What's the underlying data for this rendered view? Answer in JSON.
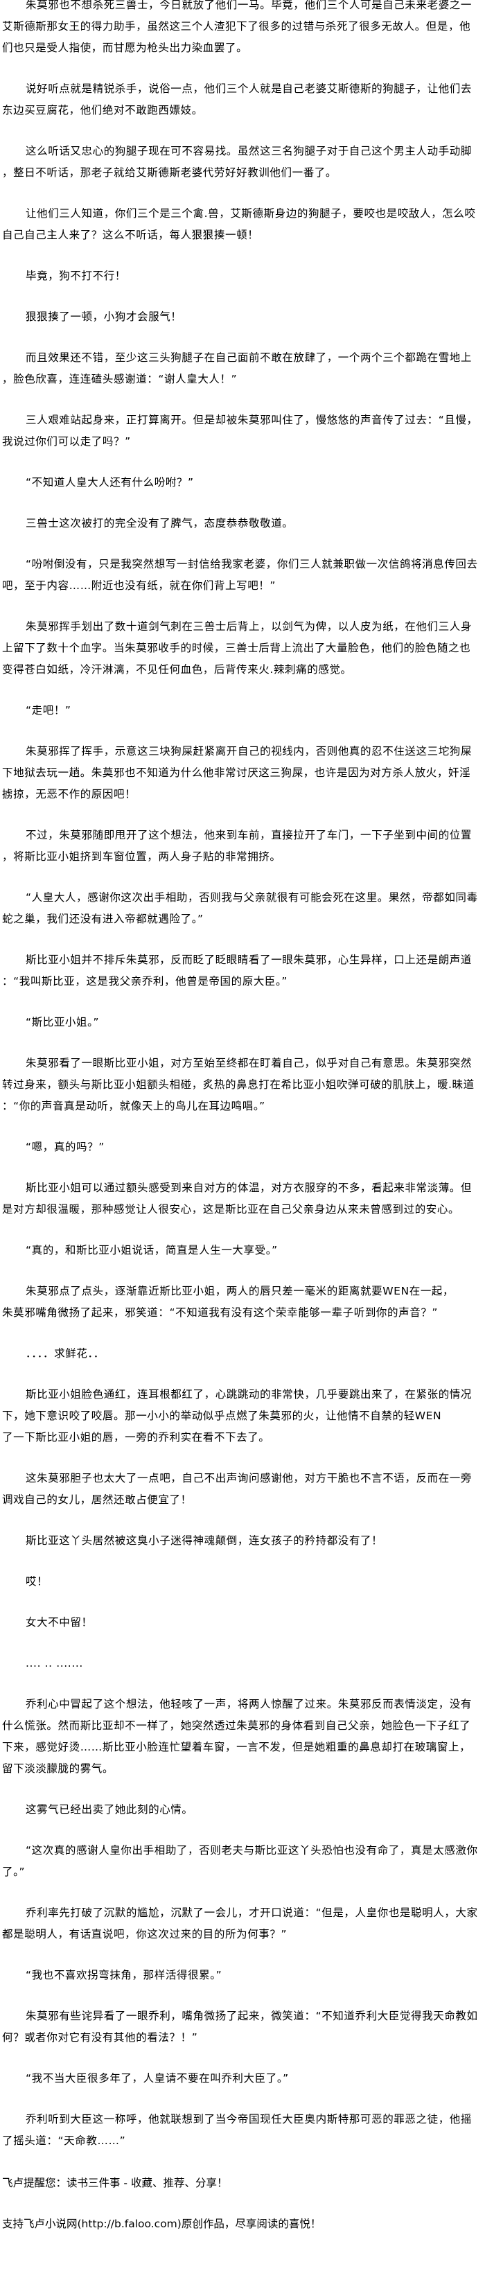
{
  "chapter": {
    "paragraphs": [
      "朱莫邪也不想杀死三兽士，今日就放了他们一马。毕竟，他们三个人可是自己未来老婆之一艾斯德斯那女王的得力助手，虽然这三个人渣犯下了很多的过错与杀死了很多无故人。但是，他们也只是受人指使，而甘愿为枪头出力染血罢了。",
      "说好听点就是精锐杀手，说俗一点，他们三个人就是自己老婆艾斯德斯的狗腿子，让他们去东边买豆腐花，他们绝对不敢跑西嫖妓。",
      "这么听话又忠心的狗腿子现在可不容易找。虽然这三名狗腿子对于自己这个男主人动手动脚，整日不听话，那老子就给艾斯德斯老婆代劳好好教训他们一番了。",
      "让他们三人知道，你们三个是三个禽.兽，艾斯德斯身边的狗腿子，要咬也是咬敌人，怎么咬自己自己主人来了？这么不听话，每人狠狠揍一顿！",
      "毕竟，狗不打不行！",
      "狠狠揍了一顿，小狗才会服气！",
      "而且效果还不错，至少这三头狗腿子在自己面前不敢在放肆了，一个两个三个都跪在雪地上，脸色欣喜，连连磕头感谢道：“谢人皇大人！”",
      "三人艰难站起身来，正打算离开。但是却被朱莫邪叫住了，慢悠悠的声音传了过去：“且慢，我说过你们可以走了吗？”",
      "“不知道人皇大人还有什么吩咐？”",
      "三兽士这次被打的完全没有了脾气，态度恭恭敬敬道。",
      "“吩咐倒没有，只是我突然想写一封信给我家老婆，你们三人就兼职做一次信鸽将消息传回去吧，至于内容……附近也没有纸，就在你们背上写吧！”",
      "朱莫邪挥手划出了数十道剑气刺在三兽士后背上，以剑气为俾，以人皮为纸，在他们三人身上留下了数十个血字。当朱莫邪收手的时候，三兽士后背上流出了大量脸色，他们的脸色随之也变得苍白如纸，冷汗淋漓，不见任何血色，后背传来火.辣刺痛的感觉。",
      "“走吧！”",
      "朱莫邪挥了挥手，示意这三块狗屎赶紧离开自己的视线内，否则他真的忍不住送这三坨狗屎下地狱去玩一趟。朱莫邪也不知道为什么他非常讨厌这三狗屎，也许是因为对方杀人放火，奸淫掳掠，无恶不作的原因吧！",
      "不过，朱莫邪随即甩开了这个想法，他来到车前，直接拉开了车门，一下子坐到中间的位置，将斯比亚小姐挤到车窗位置，两人身子贴的非常拥挤。",
      "“人皇大人，感谢你这次出手相助，否则我与父亲就很有可能会死在这里。果然，帝都如同毒蛇之巢，我们还没有进入帝都就遇险了。”",
      "斯比亚小姐并不排斥朱莫邪，反而眨了眨眼睛看了一眼朱莫邪，心生异样，口上还是朗声道：“我叫斯比亚，这是我父亲乔利，他曾是帝国的原大臣。”",
      "“斯比亚小姐。”",
      "朱莫邪看了一眼斯比亚小姐，对方至始至终都在盯着自己，似乎对自己有意思。朱莫邪突然转过身来，额头与斯比亚小姐额头相碰，炙热的鼻息打在希比亚小姐吹弹可破的肌肤上，暧.昧道：“你的声音真是动听，就像天上的鸟儿在耳边鸣唱。”",
      "“嗯，真的吗？”",
      "斯比亚小姐可以通过额头感受到来自对方的体温，对方衣服穿的不多，看起来非常淡薄。但是对方却很温暖，那种感觉让人很安心，这是斯比亚在自己父亲身边从来未曾感到过的安心。",
      "“真的，和斯比亚小姐说话，简直是人生一大享受。”",
      "朱莫邪点了点头，逐渐靠近斯比亚小姐，两人的唇只差一毫米的距离就要WEN在一起，\n朱莫邪嘴角微扬了起来，邪笑道：“不知道我有没有这个荣幸能够一辈子听到你的声音？”",
      "．．．．求鲜花．．",
      "斯比亚小姐脸色通红，连耳根都红了，心跳跳动的非常快，几乎要跳出来了，在紧张的情况下，她下意识咬了咬唇。那一小小的举动似乎点燃了朱莫邪的火，让他情不自禁的轻WEN\n了一下斯比亚小姐的唇，一旁的乔利实在看不下去了。",
      "这朱莫邪胆子也太大了一点吧，自己不出声询问感谢他，对方干脆也不言不语，反而在一旁调戏自己的女儿，居然还敢占便宜了！",
      "斯比亚这丫头居然被这臭小子迷得神魂颠倒，连女孩子的矜持都没有了！",
      "哎！",
      "女大不中留！",
      "....  ..  .......",
      "乔利心中冒起了这个想法，他轻咳了一声，将两人惊醒了过来。朱莫邪反而表情淡定，没有什么慌张。然而斯比亚却不一样了，她突然透过朱莫邪的身体看到自己父亲，她脸色一下子红了下来，感觉好烫……斯比亚小脸连忙望着车窗，一言不发，但是她粗重的鼻息却打在玻璃窗上，留下淡淡朦胧的雾气。",
      "这雾气已经出卖了她此刻的心情。",
      "“这次真的感谢人皇你出手相助了，否则老夫与斯比亚这丫头恐怕也没有命了，真是太感激你了。”",
      "乔利率先打破了沉默的尴尬，沉默了一会儿，才开口说道：“但是，人皇你也是聪明人，大家都是聪明人，有话直说吧，你这次过来的目的所为何事？”",
      "“我也不喜欢拐弯抹角，那样活得很累。”",
      "朱莫邪有些诧异看了一眼乔利，嘴角微扬了起来，微笑道：“不知道乔利大臣觉得我天命教如何？或者你对它有没有其他的看法？！”",
      "“我不当大臣很多年了，人皇请不要在叫乔利大臣了。”",
      "乔利听到大臣这一称呼，他就联想到了当今帝国现任大臣奥内斯特那可恶的罪恶之徒，他摇了摇头道：“天命教……”"
    ]
  },
  "footer": {
    "reminder": "飞卢提醒您：读书三件事 - 收藏、推荐、分享！",
    "support": "支持飞卢小说网(http://b.faloo.com)原创作品，尽享阅读的喜悦！"
  }
}
